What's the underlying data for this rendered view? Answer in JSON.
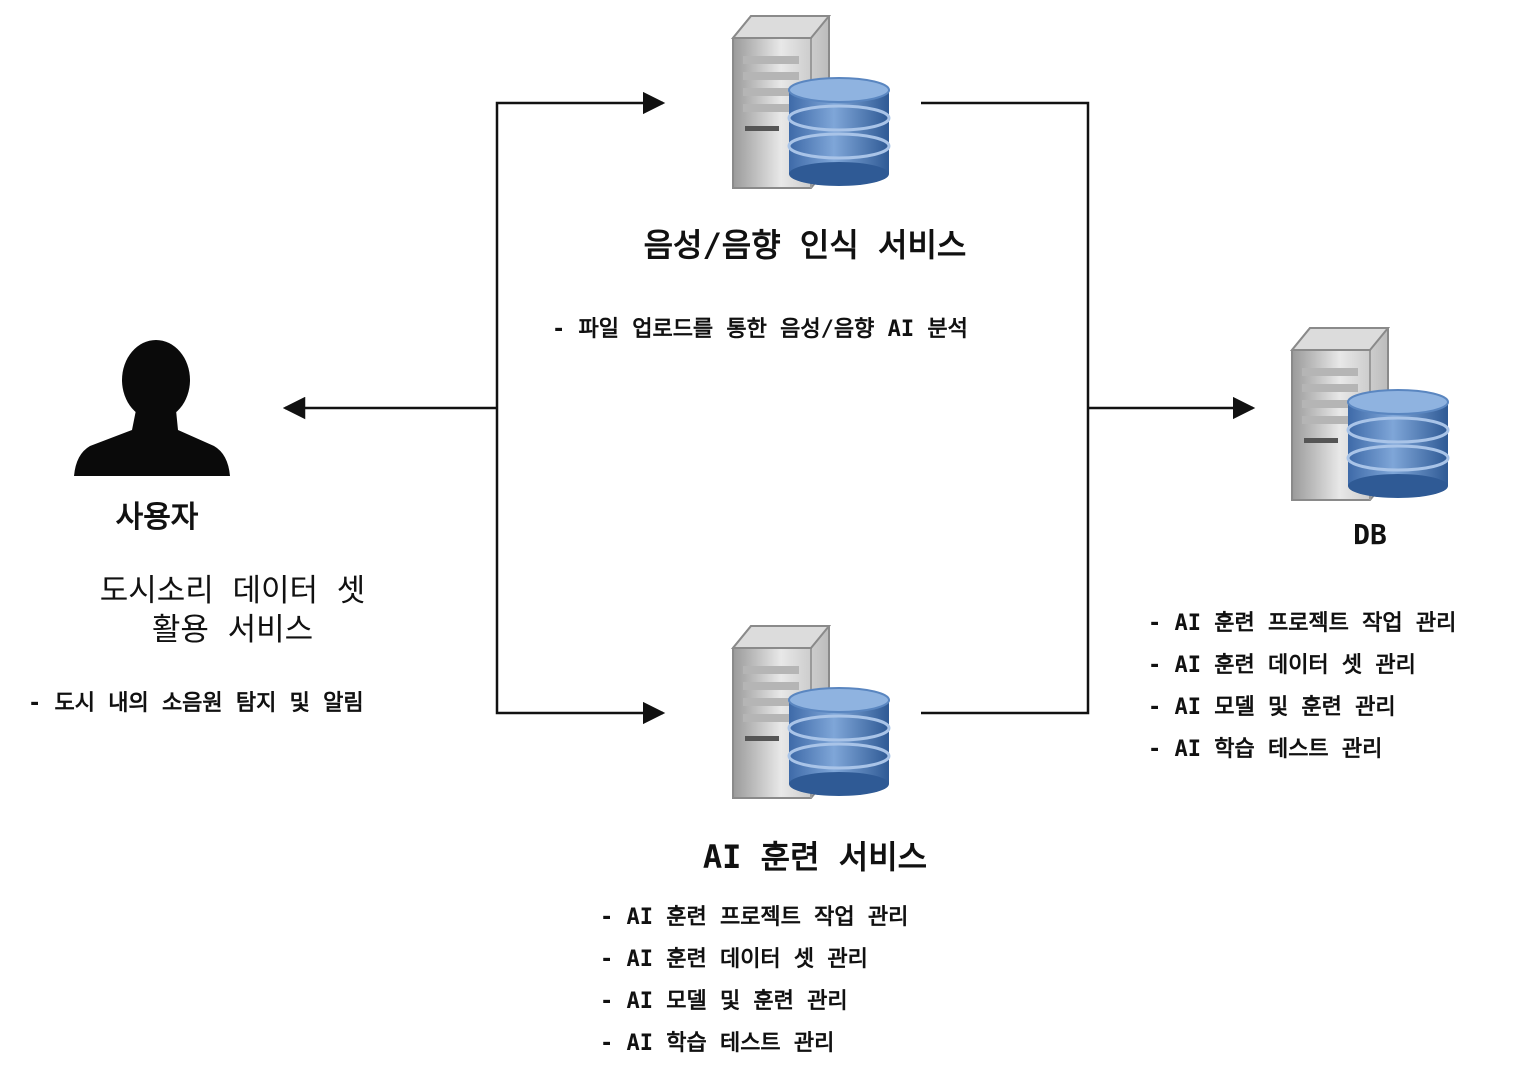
{
  "user": {
    "label": "사용자",
    "app_title_line1": "도시소리 데이터 셋",
    "app_title_line2": "활용 서비스",
    "desc": "- 도시 내의 소음원 탐지 및 알림"
  },
  "speech_service": {
    "title": "음성/음향 인식 서비스",
    "desc": "- 파일 업로드를 통한 음성/음향 AI 분석"
  },
  "training_service": {
    "title": "AI 훈련 서비스",
    "items": [
      "- AI 훈련 프로젝트 작업 관리",
      "- AI 훈련 데이터 셋 관리",
      "- AI 모델 및 훈련 관리",
      "- AI 학습 테스트 관리"
    ]
  },
  "db": {
    "label": "DB",
    "items": [
      "- AI 훈련 프로젝트 작업 관리",
      "- AI 훈련 데이터 셋 관리",
      "- AI 모델 및 훈련 관리",
      "- AI 학습 테스트 관리"
    ]
  },
  "icons": {
    "user": "user-silhouette-icon",
    "server": "database-server-icon"
  },
  "colors": {
    "db_blue": "#4a78b4",
    "server_gray": "#c8c8c8",
    "line": "#111111"
  }
}
